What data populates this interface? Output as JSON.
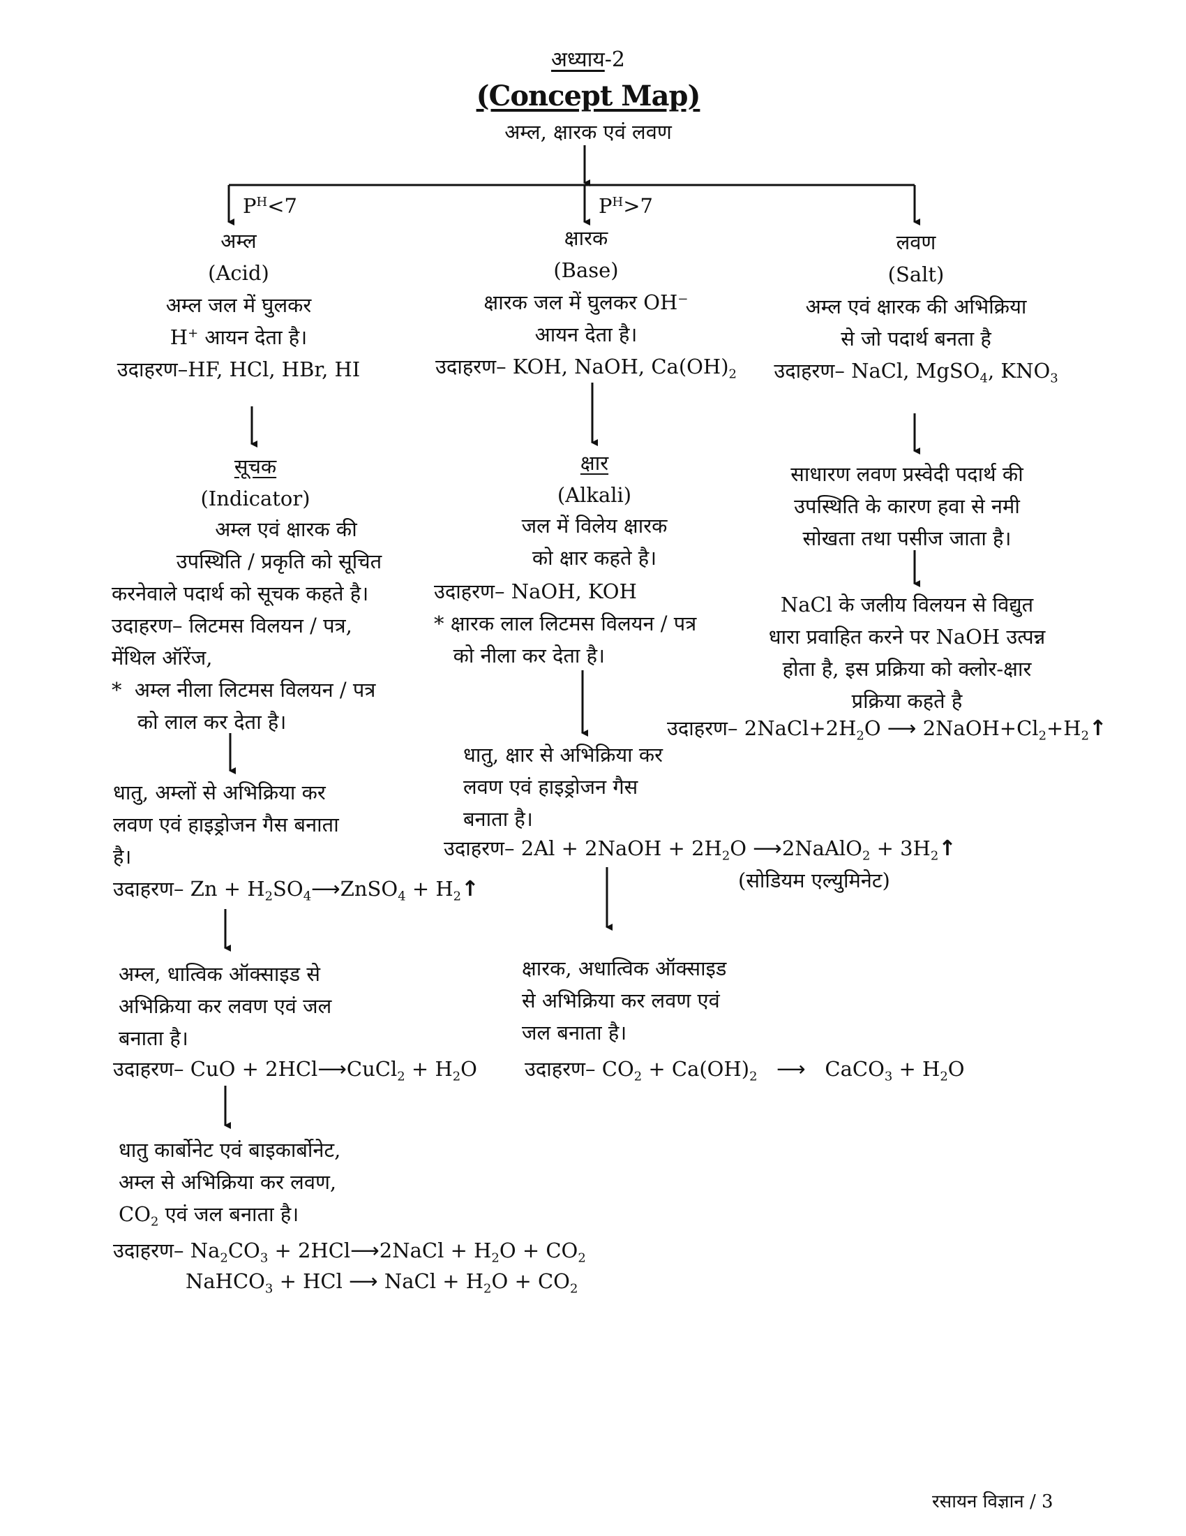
{
  "header": {
    "chapter_prefix": "अध्याय",
    "chapter_number": "-2",
    "title": "(Concept Map)",
    "topic": "अम्ल, क्षारक एवं लवण"
  },
  "branches": {
    "acid_ph": "7",
    "base_ph": "7"
  },
  "acid": {
    "name": "अम्ल",
    "english": "(Acid)",
    "desc1": "अम्ल जल में घुलकर",
    "desc2_ion": "H",
    "desc2_sup": "+",
    "desc2_rest": " आयन देता है।",
    "example": "उदाहरण–HF, HCl, HBr, HI"
  },
  "base": {
    "name": "क्षारक",
    "english": "(Base)",
    "desc1": "क्षारक जल में घुलकर OH⁻",
    "desc2": "आयन देता है।",
    "example_prefix": "उदाहरण– KOH, NaOH, Ca(OH)",
    "example_sub": "2"
  },
  "salt": {
    "name": "लवण",
    "english": "(Salt)",
    "desc1": "अम्ल एवं क्षारक की अभिक्रिया",
    "desc2": "से जो पदार्थ बनता है",
    "example": "उदाहरण– NaCl, MgSO"
  },
  "indicator": {
    "name": "सूचक",
    "english": "(Indicator)",
    "lines": [
      "अम्ल एवं क्षारक की",
      "उपस्थिति / प्रकृति को सूचित",
      "करनेवाले पदार्थ को सूचक कहते है।",
      "उदाहरण– लिटमस विलयन / पत्र,",
      "मेंथिल ऑरेंज,",
      "*  अम्ल नीला लिटमस विलयन / पत्र",
      "    को लाल कर देता है।"
    ]
  },
  "alkali": {
    "name": "क्षार",
    "english": "(Alkali)",
    "lines": [
      "जल में विलेय क्षारक",
      "को क्षार कहते है।"
    ],
    "lines2": [
      "उदाहरण– NaOH, KOH",
      "* क्षारक लाल लिटमस विलयन / पत्र",
      "   को नीला कर देता है।"
    ]
  },
  "salt_hygro": {
    "lines": [
      "साधारण लवण प्रस्वेदी पदार्थ की",
      "उपस्थिति के कारण हवा से नमी",
      "सोखता तथा पसीज जाता है।"
    ]
  },
  "chlor_alkali": {
    "lines": [
      "NaCl के जलीय विलयन से विद्युत",
      "धारा प्रवाहित करने पर NaOH उत्पन्न",
      "होता है, इस प्रक्रिया को क्लोर-क्षार",
      "प्रक्रिया कहते है"
    ],
    "example_prefix": "उदाहरण– "
  },
  "acid_metal": {
    "lines": [
      "धातु, अम्लों से अभिक्रिया कर",
      "लवण एवं हाइड्रोजन गैस बनाता",
      "है।"
    ],
    "example_prefix": "उदाहरण– "
  },
  "alkali_metal": {
    "lines": [
      "धातु, क्षार से अभिक्रिया कर",
      "लवण एवं हाइड्रोजन गैस",
      "बनाता है।"
    ],
    "example_prefix": "उदाहरण– ",
    "product_name": "(सोडियम एल्युमिनेट)"
  },
  "acid_oxide": {
    "lines": [
      "अम्ल, धात्विक ऑक्साइड से",
      "अभिक्रिया कर लवण एवं जल",
      "बनाता है।"
    ],
    "example_prefix": "उदाहरण– "
  },
  "base_oxide": {
    "lines": [
      "क्षारक, अधात्विक ऑक्साइड",
      "से अभिक्रिया कर लवण एवं",
      "जल बनाता है।"
    ],
    "example_prefix": "उदाहरण– "
  },
  "acid_carbonate": {
    "lines": [
      "धातु कार्बोनेट एवं बाइकार्बोनेट,",
      "अम्ल से अभिक्रिया कर लवण,"
    ],
    "line3_rest": "एवं जल बनाता है।",
    "example_prefix": "उदाहरण– "
  },
  "footer": {
    "page": "रसायन विज्ञान / 3"
  }
}
